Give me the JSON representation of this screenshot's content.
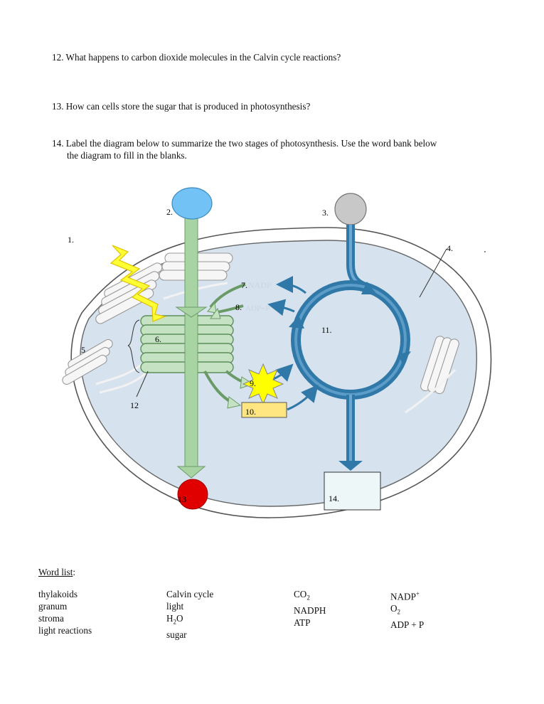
{
  "questions": {
    "q12": "12. What happens to carbon dioxide molecules in the Calvin cycle reactions?",
    "q13": "13. How can cells store the sugar that is produced in photosynthesis?",
    "q14_line1": "14. Label the diagram below to summarize the two stages of photosynthesis.  Use the word bank below",
    "q14_line2": "the diagram to fill in the blanks."
  },
  "diagram": {
    "labels": {
      "l1": "1.",
      "l2": "2.",
      "l3": "3.",
      "l4": "4.",
      "l5": "5",
      "l6": "6.",
      "l7": "7.",
      "l8": "8.",
      "l9": "9.",
      "l10": "10.",
      "l11": "11.",
      "l12": "12",
      "l13": "13",
      "l14": "14."
    },
    "faint": {
      "nadp": "NADP",
      "adp": "ADP+P"
    },
    "colors": {
      "arrow_green": "#a8d4a4",
      "arrow_blue": "#2f78a8",
      "stroma": "#d6e3ee",
      "circle_blue": "#72c2f5",
      "circle_gray": "#c8c8c8",
      "circle_red": "#e00000",
      "lightning": "#ffff33",
      "starburst": "#ffff00",
      "box_yellow": "#ffe680"
    }
  },
  "word_list": {
    "title": "Word list",
    "title_suffix": ":",
    "col1": [
      "thylakoids",
      "granum",
      "stroma",
      "light reactions"
    ],
    "col2": {
      "calvin": "Calvin cycle",
      "light": "light",
      "h": "H",
      "o": "O",
      "sub2": "2",
      "sugar": "sugar"
    },
    "col3": {
      "c": "CO",
      "sub2": "2",
      "nadph": "NADPH",
      "atp": "ATP"
    },
    "col4": {
      "nadp": "NADP",
      "plus": "+",
      "o": "O",
      "sub2": "2",
      "adp": "ADP + P"
    }
  }
}
